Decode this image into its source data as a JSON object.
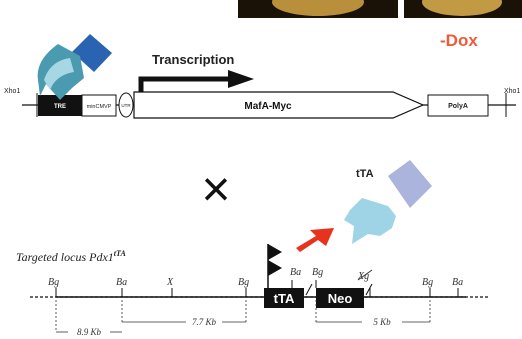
{
  "top_panel": {
    "dox_label": "-Dox",
    "dox_color": "#f05a3a"
  },
  "construct": {
    "transcription_label": "Transcription",
    "xho1_left": "Xho1",
    "xho1_right": "Xho1",
    "tre_label": "TRE",
    "mincmvp_label": "minCMVP",
    "utr_label": "UTR",
    "mafa_label": "MafA-Myc",
    "polya_label": "PolyA"
  },
  "cross_symbol": "×",
  "tta_protein_label": "tTA",
  "targeted_locus": {
    "title_prefix": "Targeted  locus  Pdx1",
    "title_superscript": "tTA",
    "sites": [
      "Bg",
      "Ba",
      "X",
      "Bg",
      "Ba",
      "Bg",
      "Xg",
      "Bg",
      "Ba"
    ],
    "tta_box_label": "tTA",
    "neo_box_label": "Neo",
    "fragment_89": "8.9  Kb",
    "fragment_77": "7.7  Kb",
    "fragment_5": "5  Kb"
  },
  "colors": {
    "protein_dark_blue": "#2b63b3",
    "protein_teal": "#4a9ab0",
    "protein_light_lavender": "#aab4dc",
    "protein_light_cyan": "#9fd4e6",
    "arrow_red": "#e8321e",
    "box_black": "#111111"
  }
}
